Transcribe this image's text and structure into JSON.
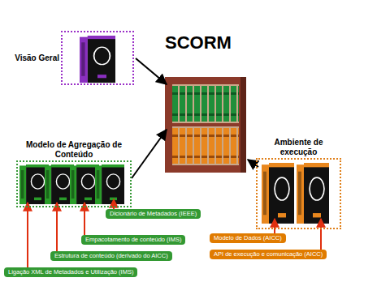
{
  "diagram": {
    "title": "SCORM",
    "nodes": [
      {
        "text": [
          "Visão Geral"
        ]
      },
      {
        "text": [
          "Modelo de Agregação de Conteúdo"
        ]
      },
      {
        "text": [
          "Ambiente de execução"
        ]
      },
      {
        "text": [
          "Dicionário de Metadados (IEEE)"
        ]
      },
      {
        "text": [
          "Empacotamento de conteúdo (IMS)"
        ]
      },
      {
        "text": [
          "Estrutura de conteúdo (derivado do AICC)"
        ]
      },
      {
        "text": [
          "Ligação XML de Metadados e Utilização (IMS)"
        ]
      },
      {
        "text": [
          "Modelo de Dados (AICC)"
        ]
      },
      {
        "text": [
          "API de execução e comunicação (AICC)"
        ]
      }
    ]
  }
}
